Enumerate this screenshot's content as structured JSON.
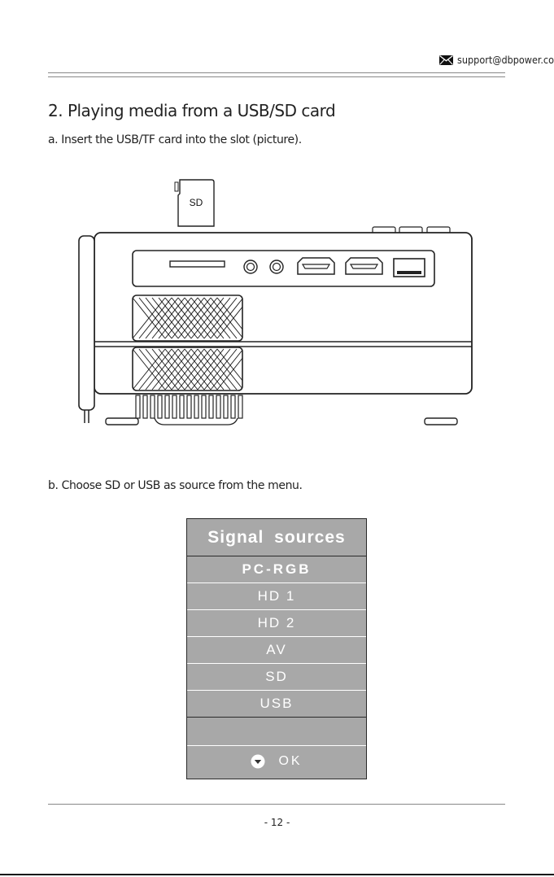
{
  "header": {
    "email": "support@dbpower.co"
  },
  "section": {
    "title": "2. Playing media from a USB/SD card",
    "step_a": "a. Insert the USB/TF card into the slot (picture).",
    "step_b": "b. Choose SD or USB as source from the menu."
  },
  "diagram": {
    "sd_card_label": "SD"
  },
  "menu": {
    "title": "Signal  sources",
    "items": [
      "PC-RGB",
      "HD 1",
      "HD 2",
      "AV",
      "SD",
      "USB"
    ],
    "ok_label": "OK"
  },
  "footer": {
    "page_number": "- 12 -"
  }
}
